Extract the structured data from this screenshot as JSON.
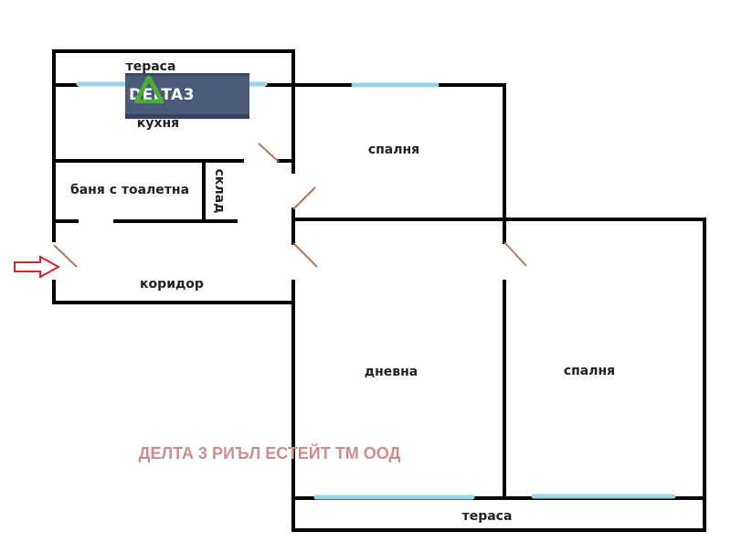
{
  "plan": {
    "rooms": [
      {
        "id": "terrace-top",
        "label": "тераса"
      },
      {
        "id": "kitchen",
        "label": "кухня"
      },
      {
        "id": "bathroom",
        "label": "баня с тоалетна"
      },
      {
        "id": "storage",
        "label": "склад"
      },
      {
        "id": "corridor",
        "label": "коридор"
      },
      {
        "id": "bedroom-1",
        "label": "спалня"
      },
      {
        "id": "living-room",
        "label": "дневна"
      },
      {
        "id": "bedroom-2",
        "label": "спалня"
      },
      {
        "id": "terrace-bottom",
        "label": "тераса"
      }
    ],
    "entrance_arrow": "entrance-arrow",
    "watermark": "ДЕЛТА 3 РИЪЛ ЕСТЕЙТ ТМ ООД"
  },
  "logo": {
    "text": "DELTA3"
  },
  "colors": {
    "wall": "#000000",
    "window": "#9bd4e4",
    "door": "#b07a5a",
    "arrow": "#d0282e",
    "watermark": "#cf8c8e",
    "logo_bg": "#4a5b7a",
    "logo_triangle": "#4caf3a"
  }
}
